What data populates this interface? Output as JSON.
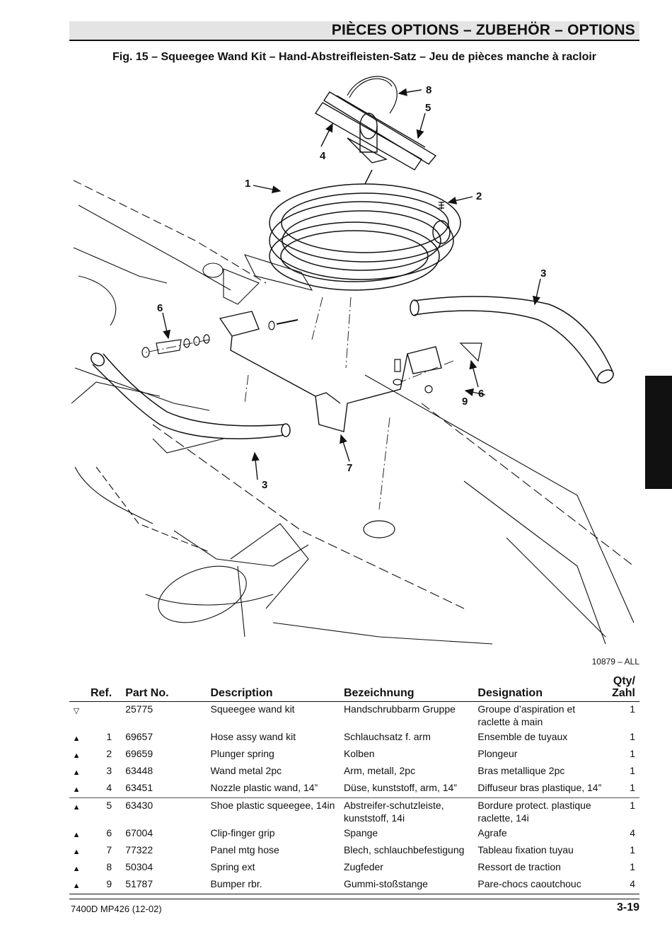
{
  "header": {
    "title": "PIÈCES OPTIONS – ZUBEHÖR – OPTIONS"
  },
  "figure": {
    "caption": "Fig. 15 – Squeegee Wand Kit – Hand-Abstreifleisten-Satz – Jeu de pièces manche à racloir",
    "drawing_id": "10879 – ALL",
    "callouts": [
      "8",
      "5",
      "4",
      "1",
      "2",
      "3",
      "6",
      "3",
      "6",
      "9",
      "7"
    ]
  },
  "table": {
    "headers": {
      "ref": "Ref.",
      "part_no": "Part No.",
      "description": "Description",
      "bezeichnung": "Bezeichnung",
      "designation": "Designation",
      "qty_line1": "Qty/",
      "qty_line2": "Zahl"
    },
    "rows": [
      {
        "mark": "▽",
        "ref": "",
        "part_no": "25775",
        "description": "Squeegee wand kit",
        "bezeichnung": "Handschrubbarm Gruppe",
        "designation": "Groupe d’aspiration et raclette à main",
        "qty": "1"
      },
      {
        "mark": "▲",
        "ref": "1",
        "part_no": "69657",
        "description": "Hose assy wand kit",
        "bezeichnung": "Schlauchsatz f. arm",
        "designation": "Ensemble de tuyaux",
        "qty": "1"
      },
      {
        "mark": "▲",
        "ref": "2",
        "part_no": "69659",
        "description": "Plunger spring",
        "bezeichnung": "Kolben",
        "designation": "Plongeur",
        "qty": "1"
      },
      {
        "mark": "▲",
        "ref": "3",
        "part_no": "63448",
        "description": "Wand metal 2pc",
        "bezeichnung": "Arm, metall, 2pc",
        "designation": "Bras metallique 2pc",
        "qty": "1"
      },
      {
        "mark": "▲",
        "ref": "4",
        "part_no": "63451",
        "description": "Nozzle plastic wand, 14”",
        "bezeichnung": "Düse, kunststoff, arm, 14”",
        "designation": "Diffuseur bras plastique, 14”",
        "qty": "1"
      },
      {
        "mark": "▲",
        "ref": "5",
        "part_no": "63430",
        "description": "Shoe plastic squeegee, 14in",
        "bezeichnung": "Abstreifer-schutzleiste, kunststoff, 14i",
        "designation": "Bordure protect. plastique raclette, 14i",
        "qty": "1"
      },
      {
        "mark": "▲",
        "ref": "6",
        "part_no": "67004",
        "description": "Clip-finger grip",
        "bezeichnung": "Spange",
        "designation": "Agrafe",
        "qty": "4"
      },
      {
        "mark": "▲",
        "ref": "7",
        "part_no": "77322",
        "description": "Panel mtg hose",
        "bezeichnung": "Blech, schlauchbefestigung",
        "designation": "Tableau fixation tuyau",
        "qty": "1"
      },
      {
        "mark": "▲",
        "ref": "8",
        "part_no": "50304",
        "description": "Spring ext",
        "bezeichnung": "Zugfeder",
        "designation": "Ressort de traction",
        "qty": "1"
      },
      {
        "mark": "▲",
        "ref": "9",
        "part_no": "51787",
        "description": "Bumper rbr.",
        "bezeichnung": "Gummi-stoßstange",
        "designation": "Pare-chocs caoutchouc",
        "qty": "4"
      }
    ]
  },
  "footer": {
    "left": "7400D MP426 (12-02)",
    "right": "3-19"
  }
}
